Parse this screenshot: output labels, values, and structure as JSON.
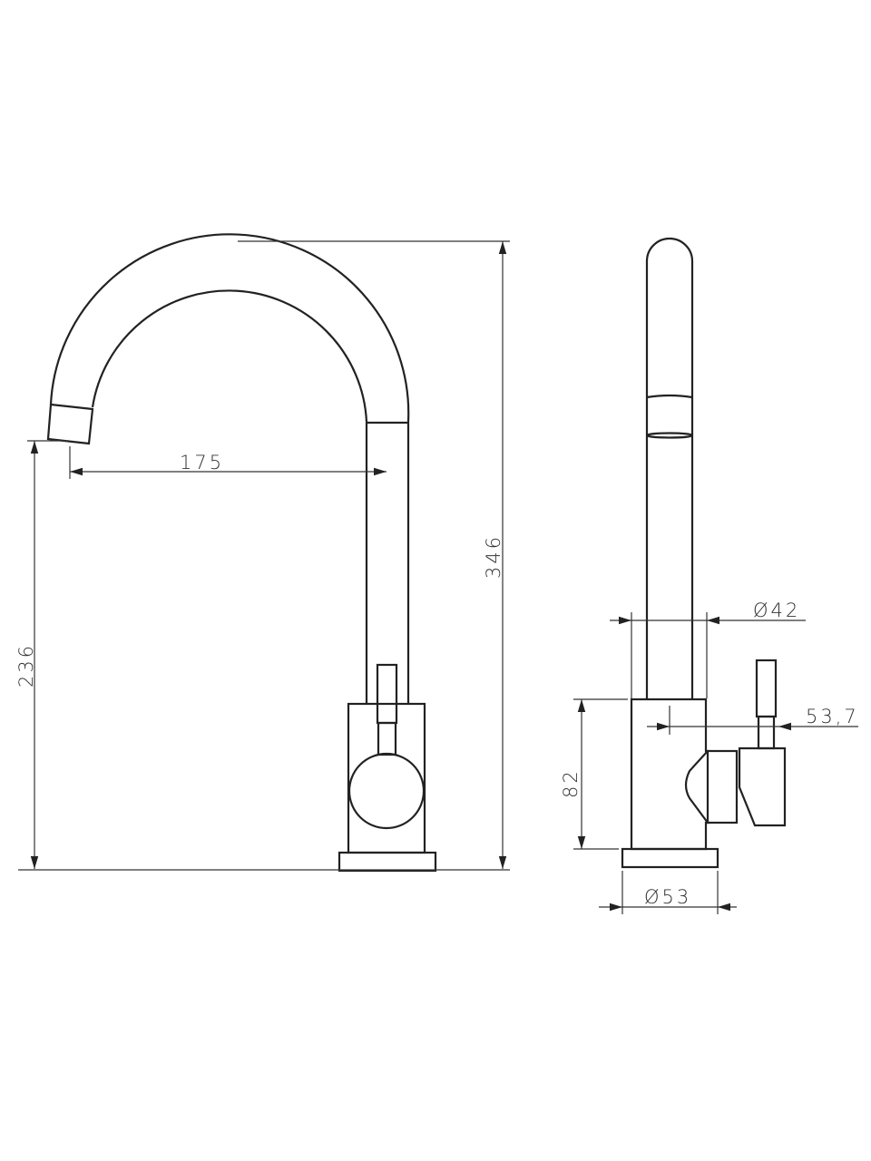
{
  "front_view": {
    "dimensions": {
      "reach": "175",
      "spout_height": "236",
      "total_height": "346"
    }
  },
  "side_view": {
    "dimensions": {
      "tube_diameter": "Ø42",
      "handle_offset": "53,7",
      "body_height": "82",
      "base_diameter": "Ø53"
    }
  },
  "colors": {
    "line": "#222222",
    "background": "#ffffff"
  }
}
